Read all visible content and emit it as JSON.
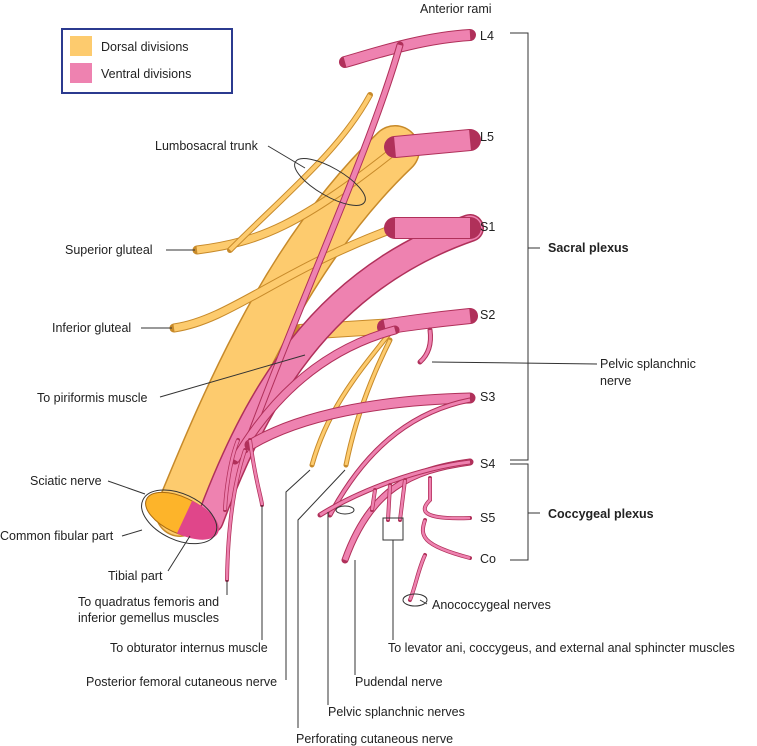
{
  "colors": {
    "dorsal": "#FDCB6E",
    "ventral": "#EE82B0",
    "legend_border": "#2B3A8F",
    "outline_ventral": "#B0305A",
    "outline_dorsal": "#C78A2A"
  },
  "legend": {
    "items": [
      {
        "label": "Dorsal divisions",
        "color": "#FDCB6E"
      },
      {
        "label": "Ventral divisions",
        "color": "#EE82B0"
      }
    ]
  },
  "header": "Anterior rami",
  "rami": [
    "L4",
    "L5",
    "S1",
    "S2",
    "S3",
    "S4",
    "S5",
    "Co"
  ],
  "plexus": {
    "sacral": "Sacral plexus",
    "coccygeal": "Coccygeal plexus"
  },
  "labels": {
    "lumbosacral_trunk": "Lumbosacral trunk",
    "superior_gluteal": "Superior gluteal",
    "inferior_gluteal": "Inferior gluteal",
    "to_piriformis": "To piriformis muscle",
    "pelvic_splanchnic_1": "Pelvic splanchnic",
    "pelvic_splanchnic_2": "nerve",
    "sciatic": "Sciatic nerve",
    "common_fibular": "Common fibular part",
    "tibial": "Tibial part",
    "quadratus_1": "To quadratus femoris and",
    "quadratus_2": "inferior gemellus muscles",
    "obturator": "To obturator internus muscle",
    "posterior_femoral": "Posterior femoral cutaneous nerve",
    "pudendal": "Pudendal nerve",
    "pelvic_splanchnic_nerves": "Pelvic splanchnic nerves",
    "perforating": "Perforating cutaneous nerve",
    "levator": "To levator ani, coccygeus, and external anal sphincter muscles",
    "anococcygeal": "Anococcygeal nerves"
  }
}
